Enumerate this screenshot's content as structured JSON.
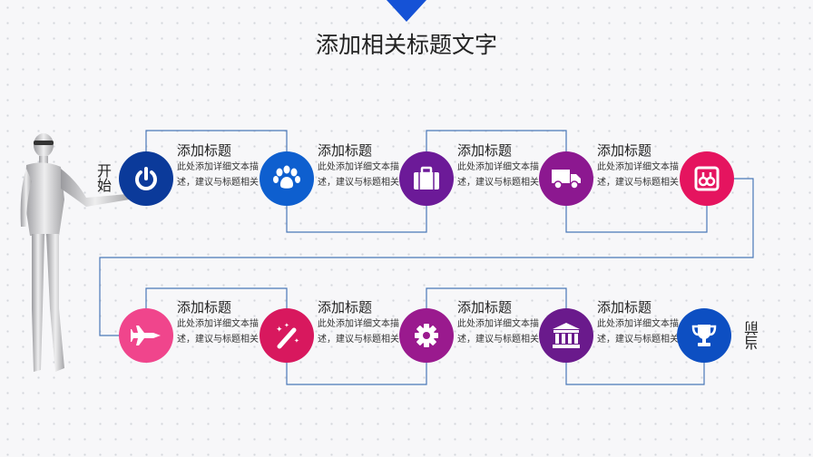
{
  "title": "添加相关标题文字",
  "start_label": "开始",
  "end_label": "当前",
  "steps": [
    {
      "heading": "添加标题",
      "desc": "此处添加详细文本描述，建议与标题相关",
      "icon": "power-icon",
      "color": "#0b3a9a"
    },
    {
      "heading": "添加标题",
      "desc": "此处添加详细文本描述，建议与标题相关",
      "icon": "paw-icon",
      "color": "#0e5fcf"
    },
    {
      "heading": "添加标题",
      "desc": "此处添加详细文本描述，建议与标题相关",
      "icon": "briefcase-icon",
      "color": "#6c1a98"
    },
    {
      "heading": "添加标题",
      "desc": "此处添加详细文本描述，建议与标题相关",
      "icon": "truck-icon",
      "color": "#8c1890"
    },
    {
      "icon": "link-icon",
      "color": "#e5145f"
    },
    {
      "heading": "添加标题",
      "desc": "此处添加详细文本描述，建议与标题相关",
      "icon": "jet-icon",
      "color": "#f0458c"
    },
    {
      "heading": "添加标题",
      "desc": "此处添加详细文本描述，建议与标题相关",
      "icon": "magic-wand-icon",
      "color": "#d8185e"
    },
    {
      "heading": "添加标题",
      "desc": "此处添加详细文本描述，建议与标题相关",
      "icon": "gear-icon",
      "color": "#9a1a8e"
    },
    {
      "heading": "添加标题",
      "desc": "此处添加详细文本描述，建议与标题相关",
      "icon": "bank-icon",
      "color": "#6a1a8c"
    },
    {
      "icon": "trophy-icon",
      "color": "#0d4fc2"
    }
  ]
}
